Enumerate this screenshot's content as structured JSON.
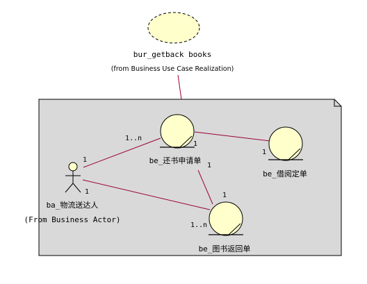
{
  "use_case": {
    "name": "bur_getback books",
    "from": "(from Business Use Case Realization)"
  },
  "actor": {
    "name": "ba_物流送达人",
    "from": "(From Business Actor)"
  },
  "entities": [
    {
      "key": "return_request",
      "name": "be_还书申请单"
    },
    {
      "key": "borrow_order",
      "name": "be_借阅定单"
    },
    {
      "key": "book_return",
      "name": "be_图书返回单"
    }
  ],
  "multiplicities": {
    "actor_to_request_actor_end": "1",
    "actor_to_request_entity_end": "1..n",
    "request_to_borrow_request_end": "1",
    "request_to_borrow_borrow_end": "1",
    "request_to_return_request_end": "1",
    "request_to_return_return_end": "1",
    "actor_to_return_actor_end": "1",
    "actor_to_return_entity_end": "1..n"
  },
  "colors": {
    "use_case_fill": "#ffffcc",
    "entity_fill": "#ffffcc",
    "package_fill": "#d9d9d9",
    "association": "#990033",
    "outline": "#000000"
  }
}
